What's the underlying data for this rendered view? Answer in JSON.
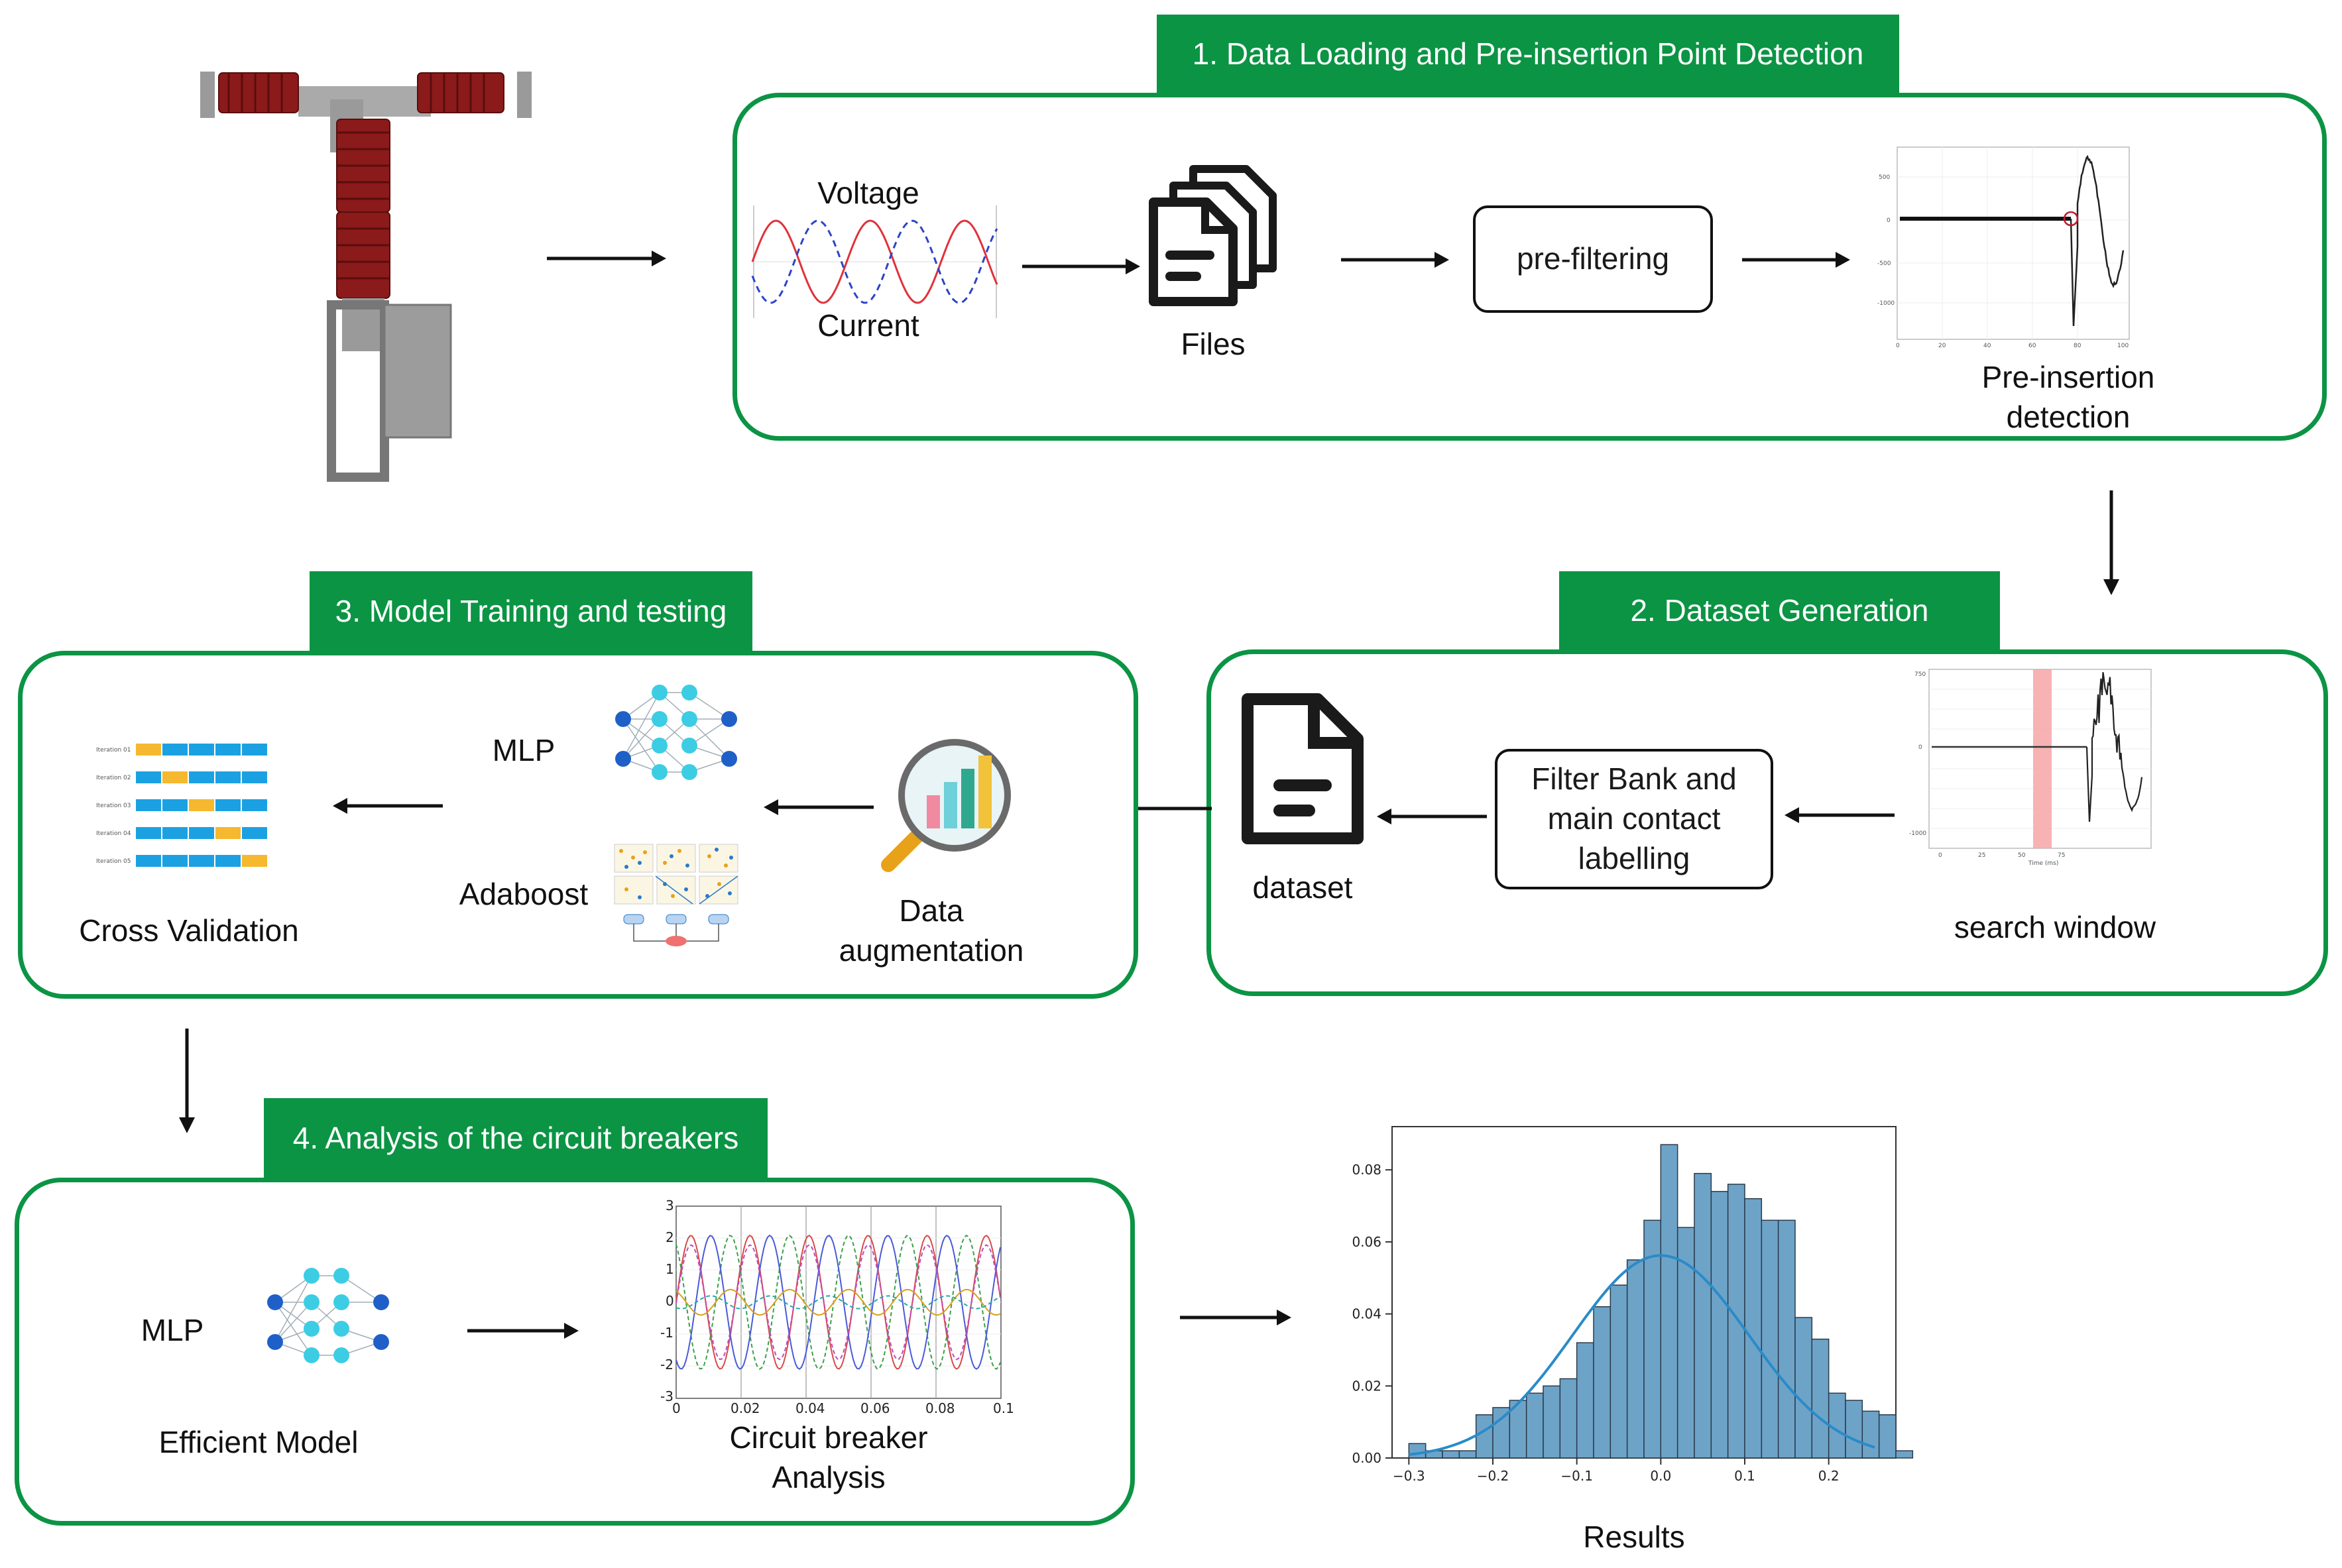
{
  "stage1": {
    "banner": "1. Data Loading and Pre-insertion Point Detection",
    "voltage_label": "Voltage",
    "current_label": "Current",
    "files_label": "Files",
    "prefilter_label": "pre-filtering",
    "preinsertion_label": "Pre-insertion detection"
  },
  "stage2": {
    "banner": "2. Dataset Generation",
    "search_window_label": "search window",
    "filter_bank_label": "Filter Bank and main contact labelling",
    "dataset_label": "dataset"
  },
  "stage3": {
    "banner": "3. Model Training and testing",
    "data_augmentation_label": "Data augmentation",
    "mlp_label": "MLP",
    "adaboost_label": "Adaboost",
    "cross_validation_label": "Cross Validation"
  },
  "stage4": {
    "banner": "4. Analysis of the circuit breakers",
    "mlp_label": "MLP",
    "efficient_model_label": "Efficient Model",
    "analysis_label": "Circuit breaker Analysis"
  },
  "results_label": "Results",
  "colors": {
    "accent_green": "#0b9444",
    "insulator_red": "#8b1a1a",
    "histogram_bar": "#6ea3c8",
    "fit_curve": "#2a8bc8"
  },
  "icons": [
    "circuit-breaker-icon",
    "files-icon",
    "document-icon",
    "magnifier-chart-icon",
    "neural-network-icon"
  ],
  "chart_data": [
    {
      "type": "bar",
      "title": "",
      "xlabel": "",
      "ylabel": "",
      "xlim": [
        -0.32,
        0.28
      ],
      "ylim": [
        0,
        0.092
      ],
      "xticks": [
        "−0.3",
        "−0.2",
        "−0.1",
        "0.0",
        "0.1",
        "0.2"
      ],
      "yticks": [
        "0.00",
        "0.02",
        "0.04",
        "0.06",
        "0.08"
      ],
      "bin_start": -0.3,
      "bin_width": 0.02,
      "values": [
        0.004,
        0.002,
        0.002,
        0.002,
        0.012,
        0.014,
        0.016,
        0.018,
        0.02,
        0.022,
        0.032,
        0.042,
        0.048,
        0.055,
        0.066,
        0.087,
        0.064,
        0.079,
        0.074,
        0.076,
        0.072,
        0.066,
        0.066,
        0.039,
        0.033,
        0.018,
        0.016,
        0.013,
        0.012,
        0.002
      ],
      "fit_curve": {
        "type": "normal",
        "mean": 0.0,
        "std": 0.105
      }
    },
    {
      "type": "line",
      "title": "",
      "xlim": [
        0,
        0.1
      ],
      "ylim": [
        -3,
        3
      ],
      "xticks": [
        "0",
        "0.02",
        "0.04",
        "0.06",
        "0.08",
        "0.1"
      ],
      "yticks": [
        "3",
        "2",
        "1",
        "0",
        "-1",
        "-2",
        "-3"
      ]
    }
  ]
}
